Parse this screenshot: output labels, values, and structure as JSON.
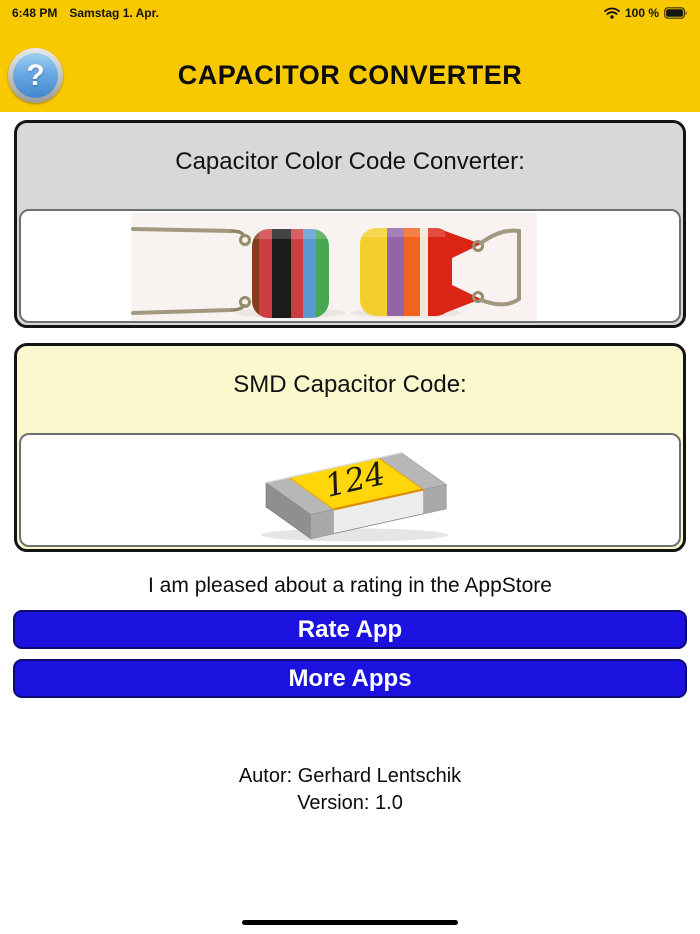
{
  "status_bar": {
    "time": "6:48 PM",
    "date": "Samstag 1. Apr.",
    "battery": "100 %"
  },
  "header": {
    "title": "CAPACITOR CONVERTER",
    "help": "?",
    "background_color": "#F8C800"
  },
  "cards": {
    "color_code": {
      "title": "Capacitor Color Code Converter:",
      "background_color": "#D8D8D8",
      "left_capacitor_bands": [
        "#8A3A1C",
        "#CD3C40",
        "#1C1C1C",
        "#CD3C40",
        "#5B9AD0",
        "#46A94F"
      ],
      "right_capacitor_bands": [
        "#F3CF2E",
        "#9365A8",
        "#F2631F",
        "#EFE8D8",
        "#DA2515"
      ]
    },
    "smd": {
      "title": "SMD Capacitor Code:",
      "background_color": "#FBF8CD",
      "code": "124",
      "body_color": "#FFD60A"
    }
  },
  "rating": {
    "message": "I am pleased about a rating in the AppStore",
    "rate_button": "Rate App",
    "more_button": "More Apps",
    "button_color": "#1B12DF"
  },
  "footer": {
    "author": "Autor: Gerhard Lentschik",
    "version": "Version: 1.0"
  }
}
